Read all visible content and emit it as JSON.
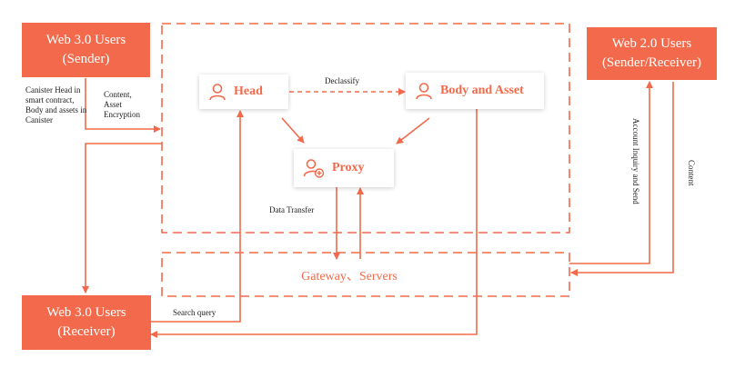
{
  "colors": {
    "accent": "#f26a4b",
    "text": "#222222"
  },
  "web3_sender": {
    "line1": "Web 3.0 Users",
    "line2": "(Sender)"
  },
  "web2_users": {
    "line1": "Web 2.0 Users",
    "line2": "(Sender/Receiver)"
  },
  "web3_receiver": {
    "line1": "Web 3.0 Users",
    "line2": "(Receiver)"
  },
  "nodes": {
    "head": "Head",
    "body_asset": "Body and Asset",
    "proxy": "Proxy"
  },
  "gateway": "Gateway、Servers",
  "labels": {
    "declassify": "Declassify",
    "canister_1": "Canister Head in",
    "canister_2": "smart contract,",
    "canister_3": "Body and assets in",
    "canister_4": "Canister",
    "content_1": "Content,",
    "content_2": "Asset",
    "content_3": "Encryption",
    "data_transfer": "Data Transfer",
    "search_query": "Search query",
    "account_inquiry": "Account Inquiry and Send",
    "content_right": "Content"
  },
  "icons": {
    "head": "user-icon",
    "body_asset": "user-icon",
    "proxy": "user-plus-icon"
  }
}
